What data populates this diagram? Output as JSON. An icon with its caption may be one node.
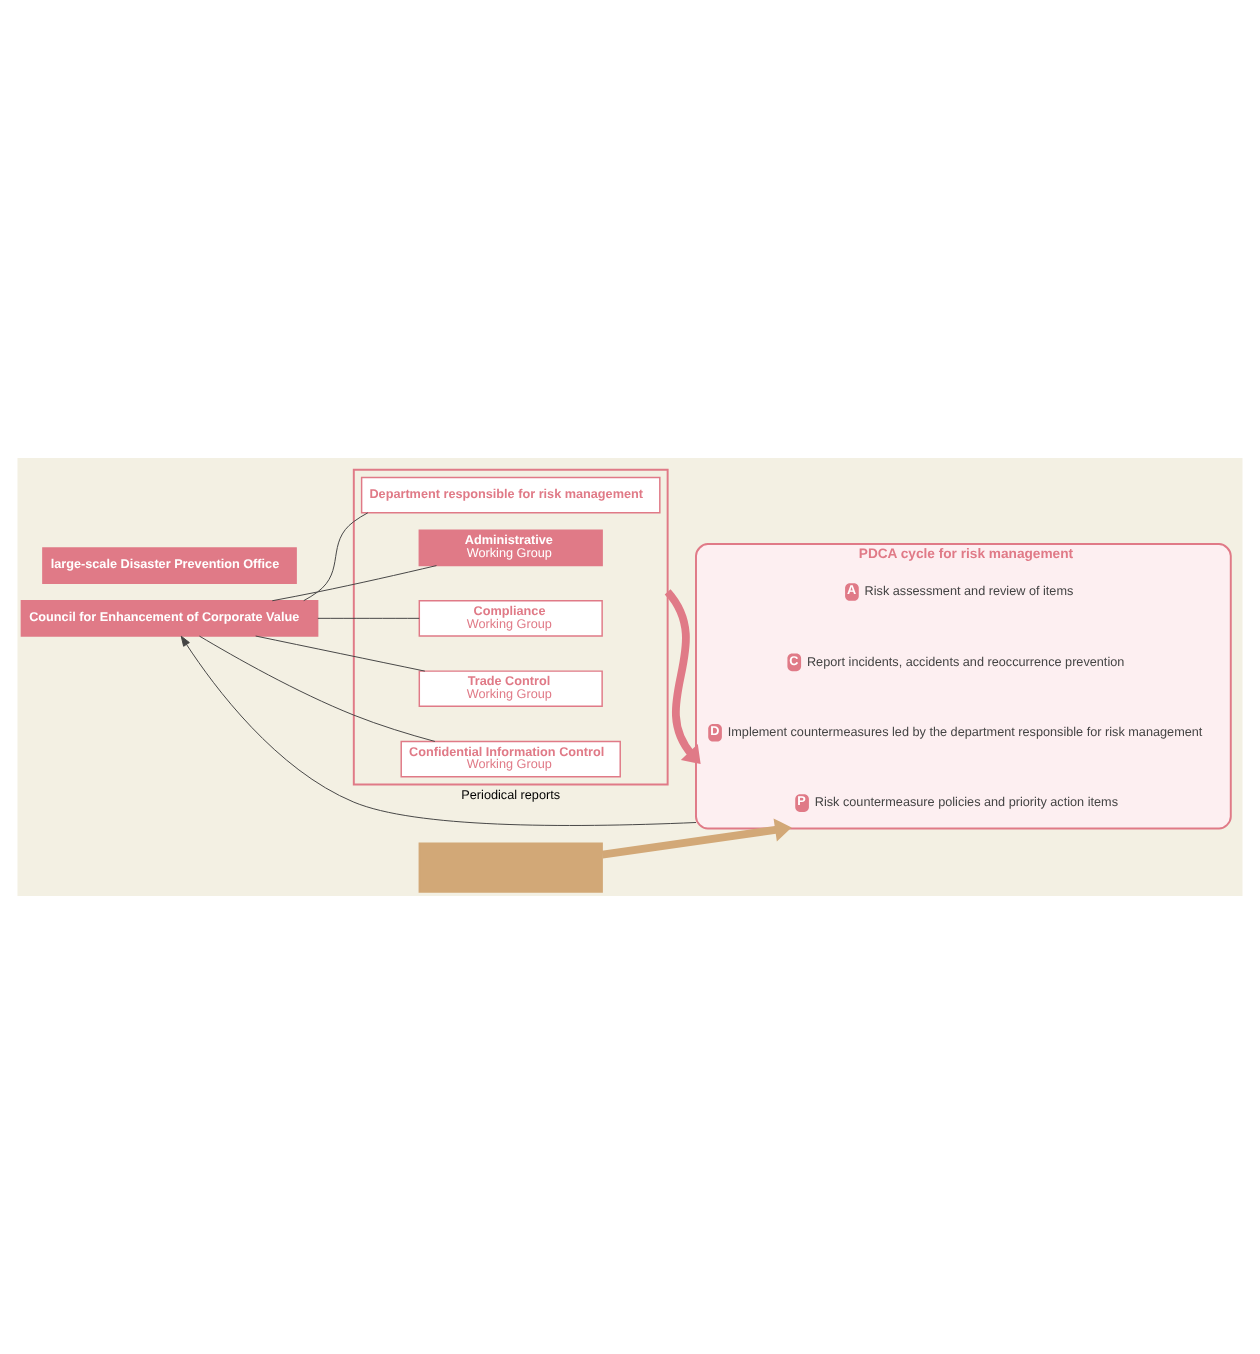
{
  "diagram": {
    "nodes": [
      {
        "text": [
          "Council for Enhancement of Corporate Value"
        ]
      },
      {
        "text": [],
        "shape": "box"
      },
      {
        "text": [
          "Administrative",
          "Working Group"
        ],
        "in": 1
      },
      {
        "text": [
          "Compliance",
          "Working Group"
        ],
        "in": 1
      },
      {
        "text": [
          "Trade Control",
          "Working Group"
        ],
        "in": 1
      },
      {
        "text": [
          "Confidential Information Control",
          "Working Group"
        ],
        "in": 1
      },
      {
        "text": [
          "Department responsible for risk management"
        ],
        "in": 1
      },
      {
        "text": [
          "PDCA cycle for risk management"
        ]
      },
      {
        "text": [
          "P",
          "Risk countermeasure policies and priority action items"
        ],
        "in": 7
      },
      {
        "text": [
          "D",
          "Implement countermeasures led by the department responsible for risk management"
        ],
        "in": 7
      },
      {
        "text": [
          "C",
          "Report incidents, accidents and reoccurrence prevention"
        ],
        "in": 7
      },
      {
        "text": [
          "A",
          "Risk assessment and review of items"
        ],
        "in": 7
      },
      {
        "text": [],
        "shape": "box"
      },
      {
        "text": [
          "large-scale Disaster Prevention Office"
        ]
      }
    ],
    "edges": [
      {
        "from": 0,
        "to": 2,
        "arrow": "none"
      },
      {
        "from": 0,
        "to": 3,
        "arrow": "none"
      },
      {
        "from": 0,
        "to": 4,
        "arrow": "none"
      },
      {
        "from": 0,
        "to": 5,
        "arrow": "none"
      },
      {
        "from": 0,
        "to": 6,
        "arrow": "none"
      },
      {
        "from": 1,
        "to": 7,
        "arrow": "to",
        "style": "thick",
        "color": "#e07a87"
      },
      {
        "from": 12,
        "to": 7,
        "arrow": "to",
        "style": "thick",
        "color": "#d2a877"
      },
      {
        "from": 7,
        "to": 0,
        "arrow": "to",
        "label": "Periodical reports"
      }
    ]
  }
}
